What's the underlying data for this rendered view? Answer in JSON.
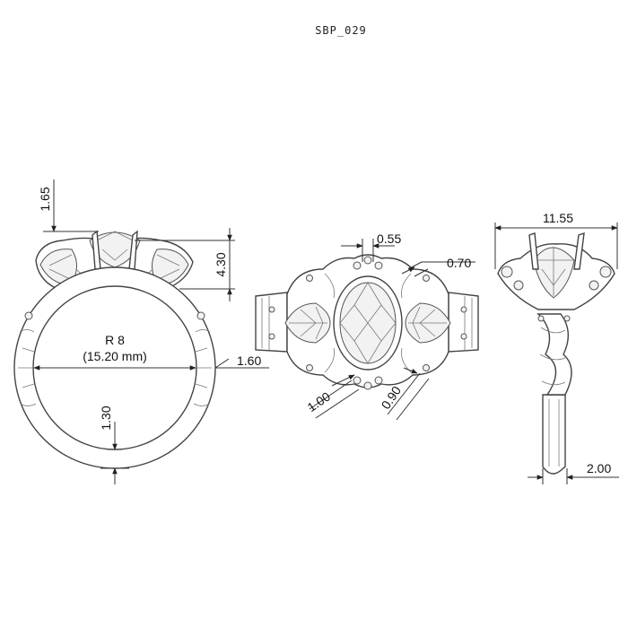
{
  "drawing": {
    "title": "SBP_029",
    "ring_size": {
      "label": "R 8",
      "diameter": "(15.20 mm)"
    },
    "dimensions": {
      "top_height": "1.65",
      "setting_height": "4.30",
      "band_thickness": "1.30",
      "band_side": "1.60",
      "top_gap": "0.55",
      "side_gap": "0.70",
      "lower_left": "1.00",
      "lower_right": "0.90",
      "overall_width": "11.55",
      "shank_width": "2.00"
    }
  }
}
